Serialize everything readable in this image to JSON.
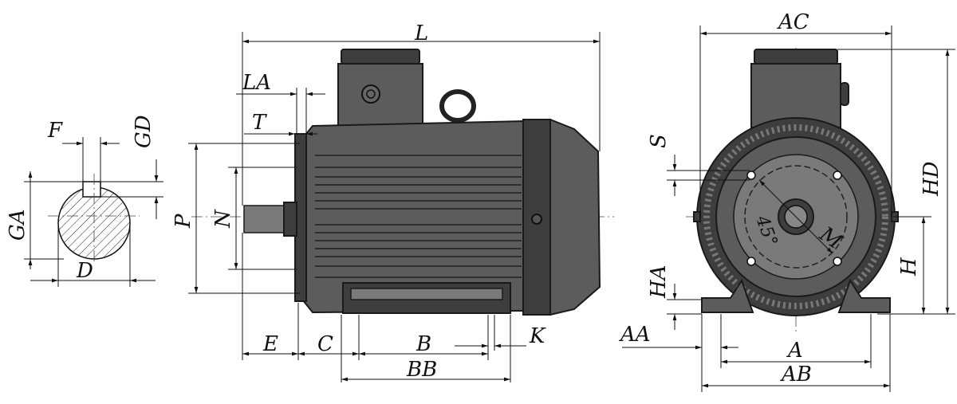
{
  "labels": {
    "F": "F",
    "GD": "GD",
    "GA": "GA",
    "D": "D",
    "L": "L",
    "LA": "LA",
    "T": "T",
    "P": "P",
    "N": "N",
    "E": "E",
    "C": "C",
    "B": "B",
    "BB": "BB",
    "K": "K",
    "AC": "AC",
    "S": "S",
    "HD": "HD",
    "H": "H",
    "HA": "HA",
    "AA": "AA",
    "A": "A",
    "AB": "AB",
    "M": "M",
    "angle": "45°"
  }
}
